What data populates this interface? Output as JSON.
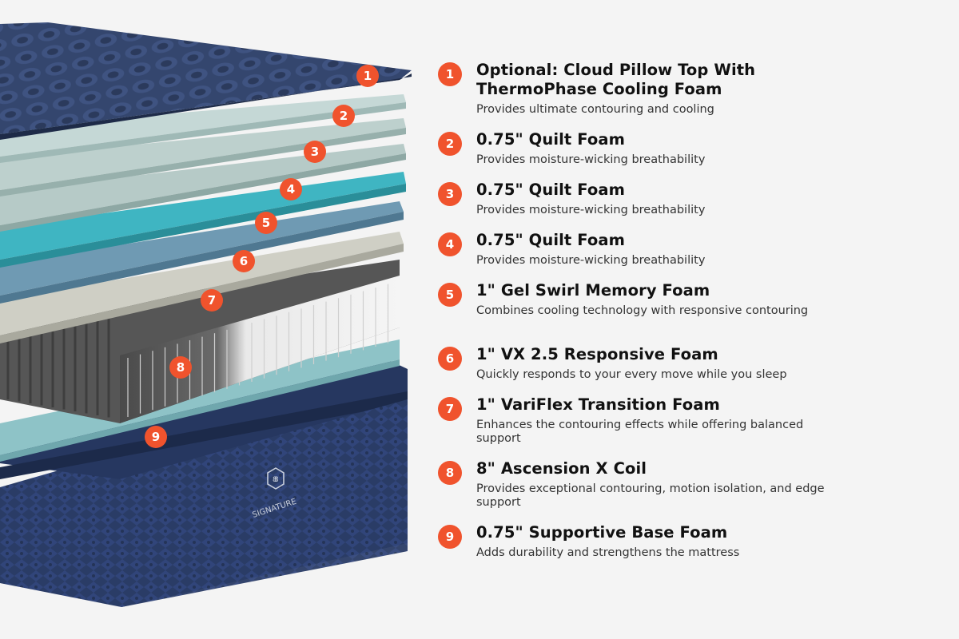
{
  "brand": {
    "logo_text": "SIGNATURE",
    "accent_color": "#f0532d"
  },
  "layers": [
    {
      "number": "1",
      "title": "Optional: Cloud Pillow Top With ThermoPhase Cooling Foam",
      "description": "Provides ultimate contouring and cooling"
    },
    {
      "number": "2",
      "title": "0.75\" Quilt Foam",
      "description": "Provides moisture-wicking breathability"
    },
    {
      "number": "3",
      "title": "0.75\" Quilt Foam",
      "description": "Provides moisture-wicking breathability"
    },
    {
      "number": "4",
      "title": "0.75\" Quilt Foam",
      "description": "Provides moisture-wicking breathability"
    },
    {
      "number": "5",
      "title": "1\" Gel Swirl Memory Foam",
      "description": "Combines cooling technology with responsive contouring"
    },
    {
      "number": "6",
      "title": "1\" VX 2.5 Responsive Foam",
      "description": "Quickly responds to your every move while you sleep"
    },
    {
      "number": "7",
      "title": "1\" VariFlex Transition Foam",
      "description": "Enhances the contouring effects while offering balanced support"
    },
    {
      "number": "8",
      "title": "8\" Ascension X Coil",
      "description": "Provides exceptional contouring, motion isolation, and edge support"
    },
    {
      "number": "9",
      "title": "0.75\" Supportive Base Foam",
      "description": "Adds durability and strengthens the mattress"
    }
  ]
}
